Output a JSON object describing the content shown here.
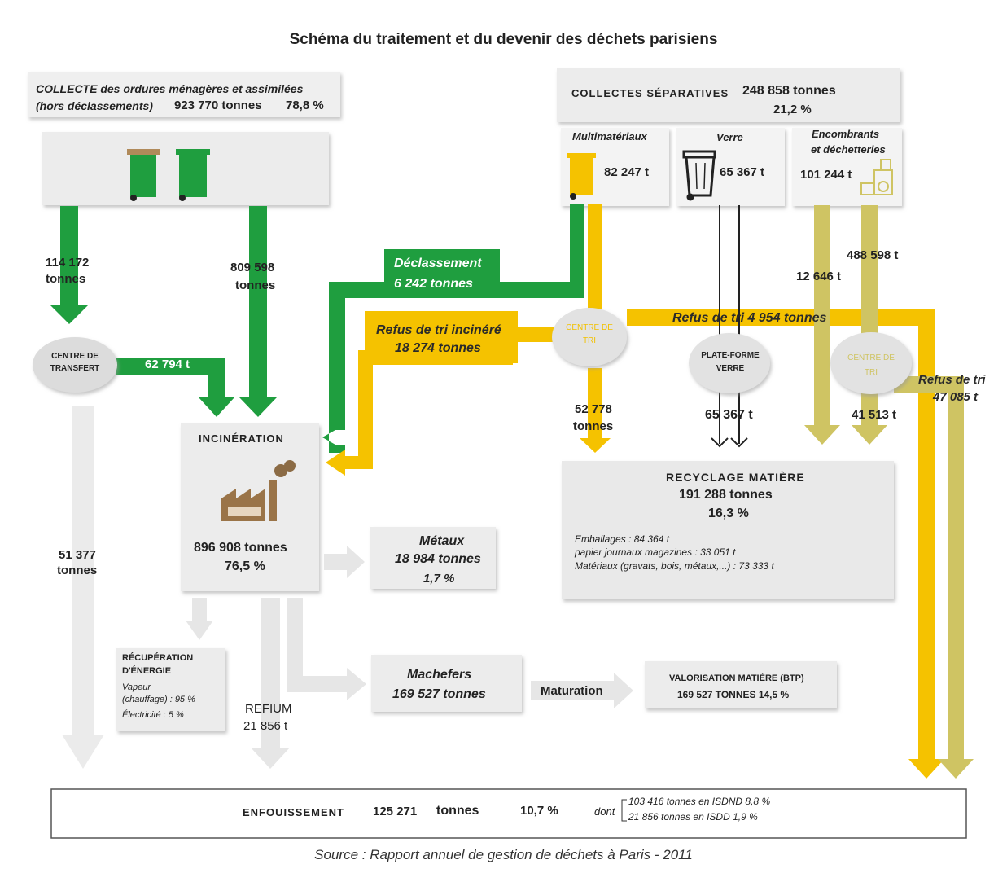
{
  "title": "Schéma du traitement et du devenir des déchets parisiens",
  "source": "Source : Rapport annuel de gestion de déchets à Paris - 2011",
  "colors": {
    "green": "#1f9e3f",
    "yellow": "#f5c200",
    "olive": "#cfc463",
    "grey": "#e8e8e8"
  },
  "collecte_om": {
    "line1": "COLLECTE des ordures ménagères et assimilées",
    "line2a": "(hors déclassements)",
    "tonnes": "923 770 tonnes",
    "pct": "78,8 %",
    "icons": [
      "green-bin-icon",
      "green-bin-icon"
    ]
  },
  "collectes_sep": {
    "label": "COLLECTES SÉPARATIVES",
    "tonnes": "248 858 tonnes",
    "pct": "21,2 %",
    "multi": {
      "label": "Multimatériaux",
      "value": "82 247 t",
      "icon": "yellow-bin-icon"
    },
    "verre": {
      "label": "Verre",
      "value": "65 367 t",
      "icon": "glass-bin-icon"
    },
    "encombrants": {
      "label1": "Encombrants",
      "label2": "et déchetteries",
      "value": "101 244 t",
      "icon": "appliances-icon"
    }
  },
  "flows": {
    "f1": "114 172",
    "f1_unit": "tonnes",
    "f2": "809 598",
    "f2_unit": "tonnes",
    "declassement_label": "Déclassement",
    "declassement_value": "6 242 tonnes",
    "refus_incinere_label": "Refus de tri incinéré",
    "refus_incinere_value": "18 274 tonnes",
    "refus_tri_top": "Refus de tri  4 954 tonnes",
    "f_62794": "62 794 t",
    "f_52778": "52 778",
    "f_52778_unit": "tonnes",
    "f_65367": "65 367  t",
    "f_12646": "12 646 t",
    "f_488598": "488 598 t",
    "f_41513": "41 513 t",
    "refus_tri_right_1": "Refus de tri",
    "refus_tri_right_2": "47 085 t",
    "f_51377": "51 377",
    "f_51377_unit": "tonnes",
    "maturation": "Maturation"
  },
  "nodes": {
    "transfert_1": "CENTRE DE",
    "transfert_2": "TRANSFERT",
    "tri1_1": "CENTRE DE",
    "tri1_2": "TRI",
    "verre_1": "PLATE-FORME",
    "verre_2": "VERRE",
    "tri2_1": "CENTRE DE",
    "tri2_2": "TRI"
  },
  "incineration": {
    "label": "INCINÉRATION",
    "tonnes": "896 908 tonnes",
    "pct": "76,5 %",
    "icon": "factory-icon"
  },
  "metaux": {
    "label": "Métaux",
    "tonnes": "18 984 tonnes",
    "pct": "1,7 %"
  },
  "machefers": {
    "label": "Machefers",
    "tonnes": "169 527 tonnes"
  },
  "valorisation": {
    "line1": "VALORISATION MATIÈRE (BTP)",
    "line2": "169 527 TONNES  14,5 %"
  },
  "recuperation": {
    "line1": "RÉCUPÉRATION",
    "line2": "D'ÉNERGIE",
    "line3": "Vapeur",
    "line4": "(chauffage) : 95 %",
    "line5": "Électricité : 5 %"
  },
  "refium": {
    "label": "REFIUM",
    "value": "21 856 t"
  },
  "recyclage": {
    "label": "RECYCLAGE MATIÈRE",
    "tonnes": "191 288 tonnes",
    "pct": "16,3 %",
    "d1": "Emballages : 84 364 t",
    "d2": "papier journaux magazines : 33 051 t",
    "d3": "Matériaux (gravats, bois, métaux,...) : 73 333 t"
  },
  "enfouissement": {
    "label": "ENFOUISSEMENT",
    "tonnes": "125 271",
    "unit": "tonnes",
    "pct": "10,7 %",
    "dont": "dont",
    "l1": "103 416 tonnes en ISDND  8,8 %",
    "l2": "21 856 tonnes en ISDD      1,9 %"
  }
}
